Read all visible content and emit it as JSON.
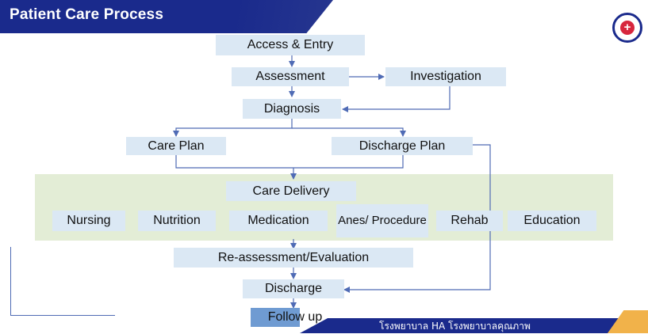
{
  "title": "Patient Care Process",
  "logo": "hospital-accreditation-logo",
  "nodes": {
    "access_entry": "Access & Entry",
    "assessment": "Assessment",
    "investigation": "Investigation",
    "diagnosis": "Diagnosis",
    "care_plan": "Care Plan",
    "discharge_plan": "Discharge Plan",
    "care_delivery": "Care Delivery",
    "nursing": "Nursing",
    "nutrition": "Nutrition",
    "medication": "Medication",
    "anes_procedure": "Anes/ Procedure",
    "rehab": "Rehab",
    "education": "Education",
    "reassessment": "Re-assessment/Evaluation",
    "discharge": "Discharge",
    "follow_up": "Follow up"
  },
  "footer": "โรงพยาบาล HA โรงพยาบาลคุณภาพ",
  "colors": {
    "banner": "#1a2a8c",
    "box": "#dbe8f4",
    "panel": "#e3edd6",
    "arrow": "#4f6bb5",
    "accent": "#f1b24a",
    "highlight": "#6f9bd2"
  }
}
